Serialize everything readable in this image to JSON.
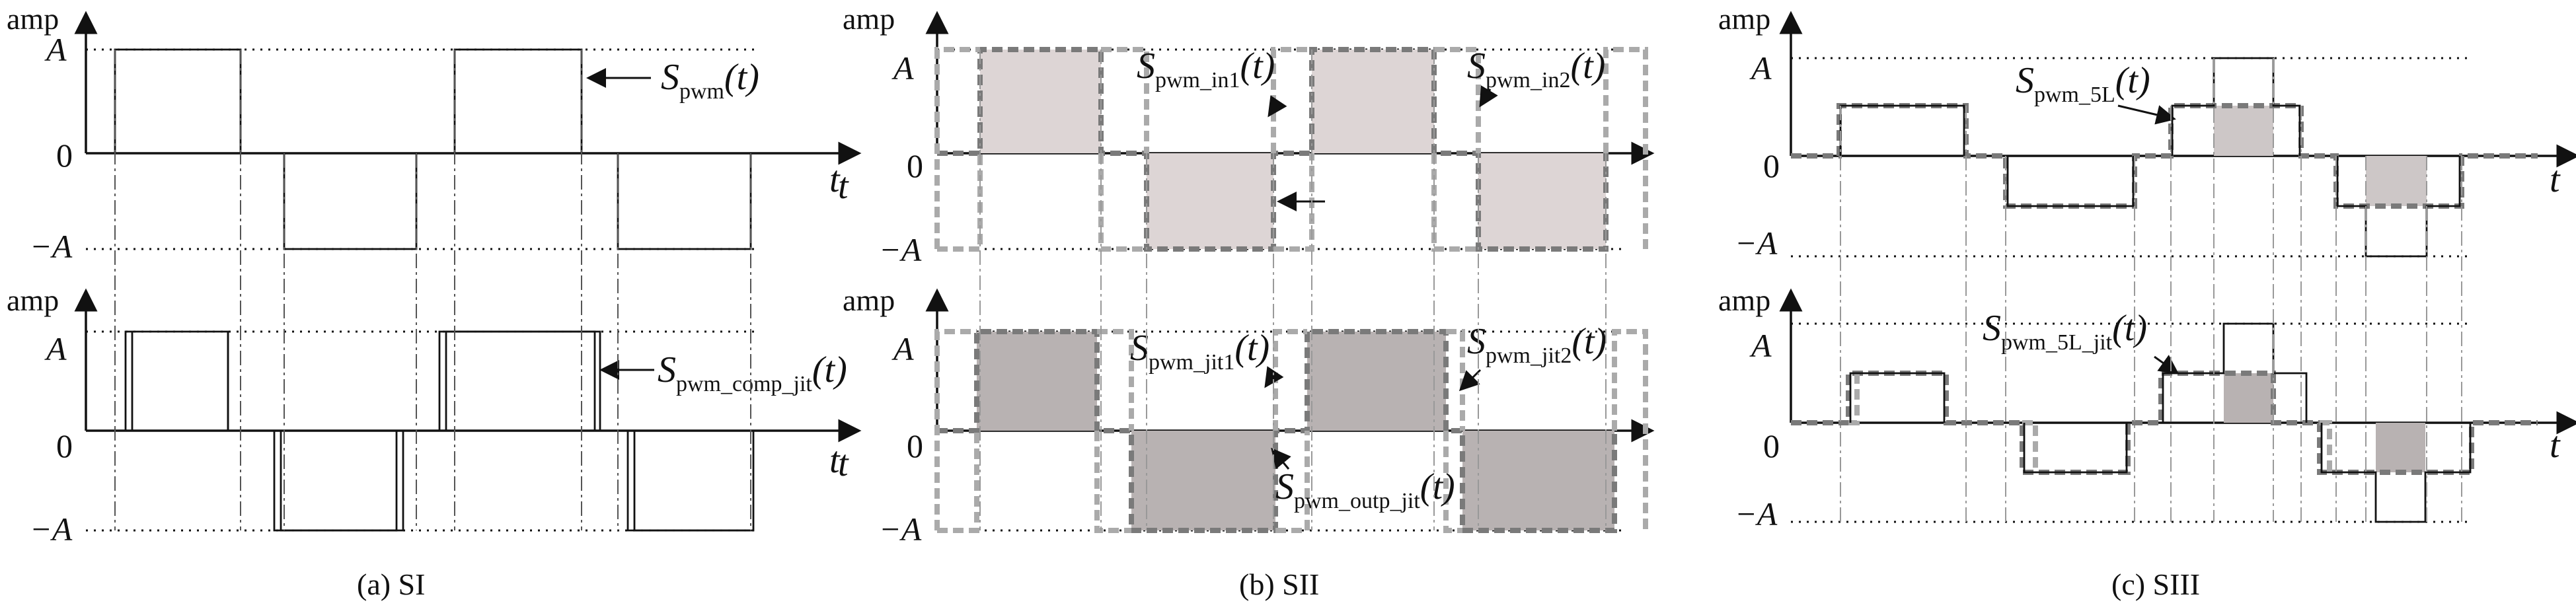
{
  "panels": {
    "a": {
      "caption": "(a) SI",
      "label_top": {
        "symbol": "S",
        "sub": "pwm",
        "arg": "(t)"
      },
      "label_bottom": {
        "symbol": "S",
        "sub": "pwm_comp_jit",
        "arg": "(t)"
      }
    },
    "b": {
      "caption": "(b) SII",
      "label_in1": {
        "symbol": "S",
        "sub": "pwm_in1",
        "arg": "(t)"
      },
      "label_in2": {
        "symbol": "S",
        "sub": "pwm_in2",
        "arg": "(t)"
      },
      "label_jit1": {
        "symbol": "S",
        "sub": "pwm_jit1",
        "arg": "(t)"
      },
      "label_jit2": {
        "symbol": "S",
        "sub": "pwm_jit2",
        "arg": "(t)"
      },
      "label_outp": {
        "symbol": "S",
        "sub": "pwm_outp_jit",
        "arg": "(t)"
      }
    },
    "c": {
      "caption": "(c) SIII",
      "label_top": {
        "symbol": "S",
        "sub": "pwm_5L",
        "arg": "(t)"
      },
      "label_bottom": {
        "symbol": "S",
        "sub": "pwm_5L_jit",
        "arg": "(t)"
      }
    }
  },
  "axes": {
    "y_label": "amp",
    "x_label": "t",
    "tick_pos": "A",
    "tick_zero": "0",
    "tick_neg": "−A"
  },
  "colors": {
    "ink": "#111111",
    "fill_light": "#ddd5d5",
    "fill_dark": "#b8b2b2",
    "dash_dark": "#7a7a7a",
    "dash_light": "#aaaaaa"
  }
}
